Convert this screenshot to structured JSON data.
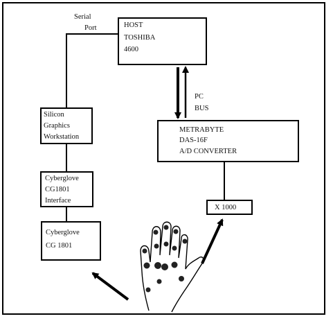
{
  "host": {
    "line1": "HOST",
    "line2": "TOSHIBA",
    "line3": "4600"
  },
  "serial_port": {
    "line1": "Serial",
    "line2": "Port"
  },
  "pc_bus": {
    "line1": "PC",
    "line2": "BUS"
  },
  "sgi": {
    "line1": "Silicon",
    "line2": "Graphics",
    "line3": "Workstation"
  },
  "metrabyte": {
    "line1": "METRABYTE",
    "line2": "DAS-16F",
    "line3": "A/D CONVERTER"
  },
  "cg_interface": {
    "line1": "Cyberglove",
    "line2": "CG1801",
    "line3": "Interface"
  },
  "cyberglove": {
    "line1": "Cyberglove",
    "line2": "CG 1801"
  },
  "amplifier": {
    "label": "X 1000"
  },
  "hand": {
    "icon": "hand-with-sensors-icon"
  }
}
